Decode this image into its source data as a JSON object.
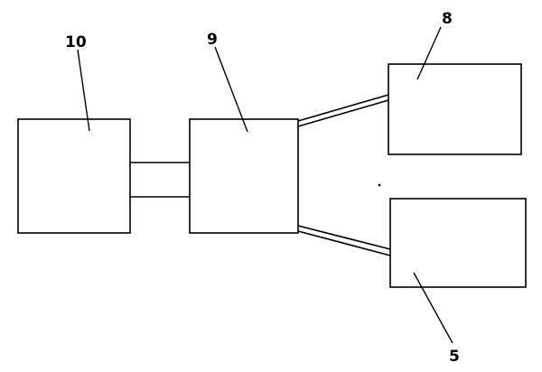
{
  "diagram": {
    "labels": {
      "block_10": "10",
      "block_9": "9",
      "block_8": "8",
      "block_5": "5"
    }
  }
}
